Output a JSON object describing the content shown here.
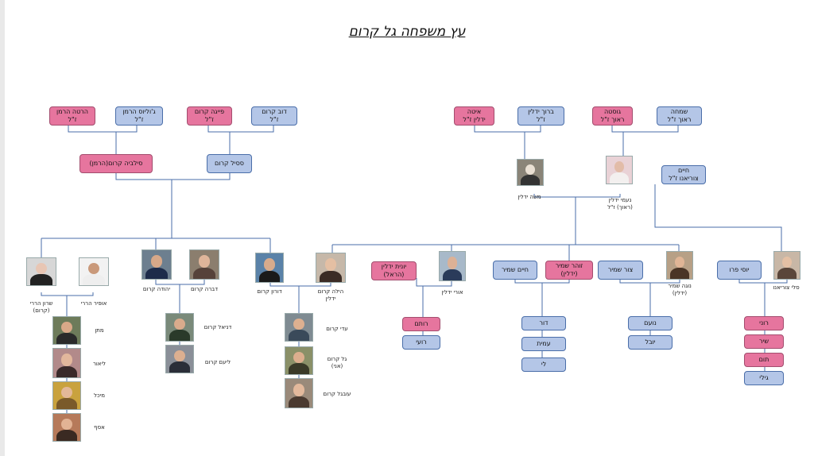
{
  "title": "עץ משפחה גל קרום",
  "colors": {
    "male": "#b4c6e7",
    "female": "#e6759e",
    "line": "#4a6ea9"
  },
  "grandparents": {
    "g1": "הרטה הרמן\nז\"ל",
    "g2": "ג'וליוס הרמן\nז\"ל",
    "g3": "פייגה קרום\nז\"ל",
    "g4": "דוב קרום\nז\"ל",
    "g5": "איטה\nידלין ז\"ל",
    "g6": "ברוך ידלין\nז\"ל",
    "g7": "גוסטה\nראוך ז\"ל",
    "g8": "שמחה\nראוך ז\"ל"
  },
  "parents": {
    "sylvia": "סילביה קרום(הרמן)",
    "sesil": "ססיל קרום",
    "moshe": "משה ידלין",
    "naomi": "נעמי ידלין\n(ראוך) ז\"ל",
    "chaim_tz": "חיים\nצוריאנו ז\"ל"
  },
  "children": {
    "sharon": "שרון הררי\n(קרום)",
    "efi": "אופיר הררי",
    "yehuda": "יהודה קרום",
    "dvora": "דברה קרום",
    "doron": "דורון קרום",
    "hila": "הילה קרום\nידלין",
    "yonit": "יונית ידלין\n(הראל)",
    "ori": "אורי ידלין",
    "chaim_sh": "חיים שמיר",
    "zohar": "זוהר שמיר\n(ידלין)",
    "tzur": "צור שמיר",
    "noga": "נוגה שמיר\n(ידלין)",
    "yossi": "יוסי פרו",
    "sali": "סלי צוריאנו"
  },
  "grandchildren": {
    "matan": "מתן",
    "liar": "ליאור",
    "michal": "מיכל",
    "asaf": "אסף",
    "daniel": "דניאל קרום",
    "liam": "ליעם קרום",
    "adi": "עדי קרום",
    "gal": "גל קרום\n(אני)",
    "avigail": "עובגל קרום",
    "rotem": "רותם",
    "roi": "רועי",
    "dor": "דור",
    "amit": "עמית",
    "li": "לי",
    "noam": "נועם",
    "yuval": "יובל",
    "roni": "רוני",
    "shir": "שיר",
    "tom": "תום",
    "gili": "גילי"
  }
}
